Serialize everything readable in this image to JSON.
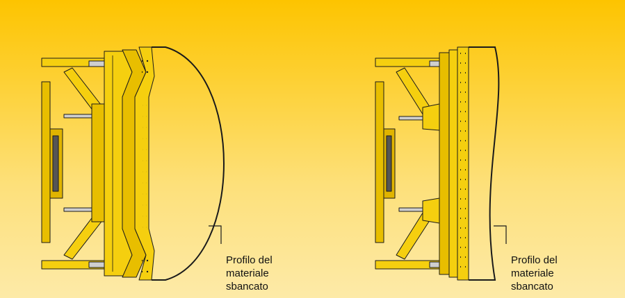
{
  "diagrams": [
    {
      "id": "angled-blade",
      "caption": [
        "Profilo del",
        "materiale",
        "sbancato"
      ]
    },
    {
      "id": "straight-blade",
      "caption": [
        "Profilo del",
        "materiale",
        "sbancato"
      ]
    }
  ],
  "colors": {
    "background_top": "#fdc400",
    "background_bottom": "#fdeaa8",
    "machine_yellow": "#f5cf0f",
    "machine_shade": "#d9ad00",
    "outline": "#1a1a1a"
  }
}
